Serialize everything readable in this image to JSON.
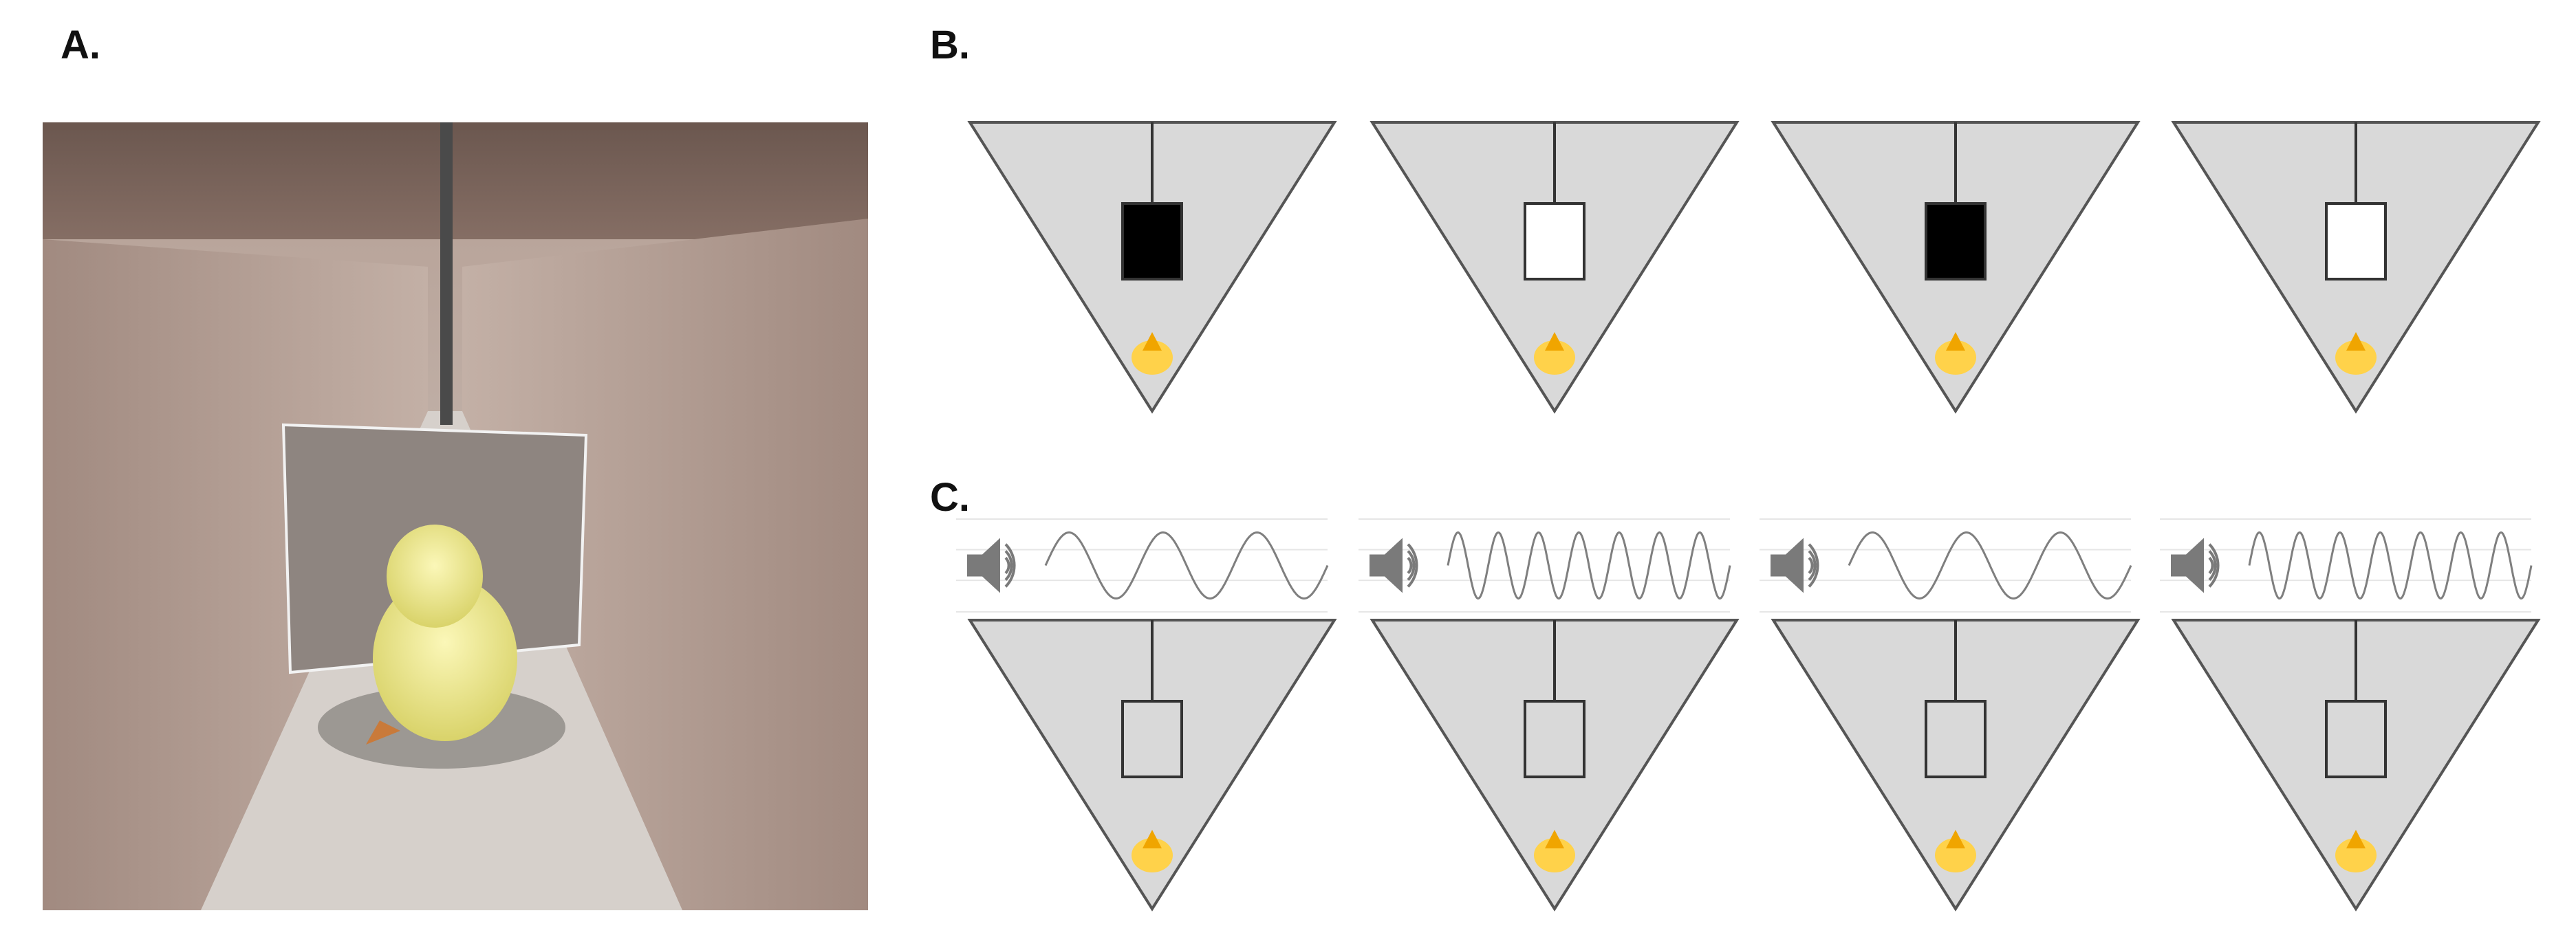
{
  "panels": {
    "a_label": "A.",
    "b_label": "B.",
    "c_label": "C."
  },
  "panel_b": {
    "stimuli": [
      {
        "screen_fill": "black"
      },
      {
        "screen_fill": "white"
      },
      {
        "screen_fill": "black"
      },
      {
        "screen_fill": "white"
      }
    ]
  },
  "panel_c": {
    "stimuli": [
      {
        "icon": "speaker-icon",
        "tone": "low-frequency"
      },
      {
        "icon": "speaker-icon",
        "tone": "high-frequency"
      },
      {
        "icon": "speaker-icon",
        "tone": "low-frequency"
      },
      {
        "icon": "speaker-icon",
        "tone": "high-frequency"
      }
    ]
  },
  "colors": {
    "arena": "#d9d9d9",
    "arena_stroke": "#555555",
    "chick": "#ffd24a",
    "chick_beak": "#f0a500",
    "wave": "#7f7f7f",
    "speaker": "#7a7a7a"
  }
}
